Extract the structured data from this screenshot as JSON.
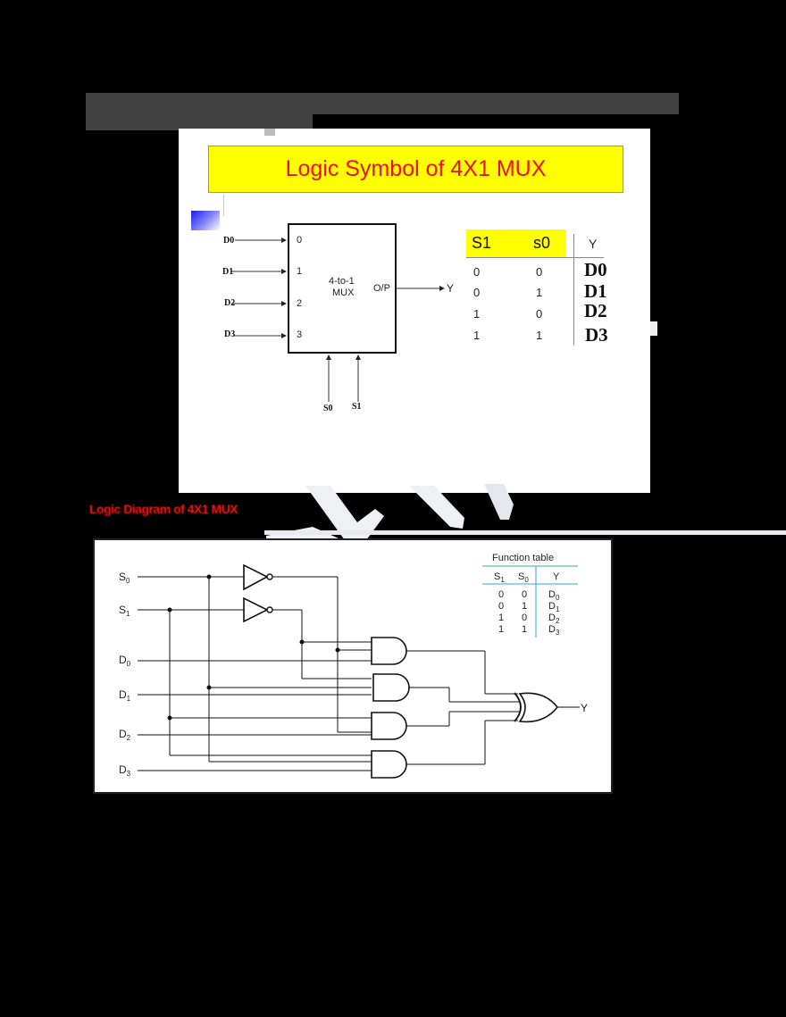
{
  "header": {
    "obscured_text_bar": ""
  },
  "slide": {
    "title": "Logic Symbol of 4X1 MUX",
    "block": {
      "line1": "4-to-1",
      "line2": "MUX",
      "output_label": "O/P",
      "output_signal": "Y",
      "input_labels": [
        "D0",
        "D1",
        "D2",
        "D3"
      ],
      "input_pins": [
        "0",
        "1",
        "2",
        "3"
      ],
      "select_labels": [
        "S0",
        "S1"
      ]
    },
    "truth_table": {
      "headers": [
        "S1",
        "s0",
        "Y"
      ],
      "rows": [
        {
          "s1": "0",
          "s0": "0",
          "y": "D0"
        },
        {
          "s1": "0",
          "s0": "1",
          "y": "D1"
        },
        {
          "s1": "1",
          "s0": "0",
          "y": "D2"
        },
        {
          "s1": "1",
          "s0": "1",
          "y": "D3"
        }
      ]
    }
  },
  "section_heading": "Logic Diagram of 4X1 MUX",
  "diagram": {
    "inputs": [
      {
        "base": "S",
        "sub": "0"
      },
      {
        "base": "S",
        "sub": "1"
      },
      {
        "base": "D",
        "sub": "0"
      },
      {
        "base": "D",
        "sub": "1"
      },
      {
        "base": "D",
        "sub": "2"
      },
      {
        "base": "D",
        "sub": "3"
      }
    ],
    "output": "Y",
    "function_table": {
      "title": "Function table",
      "headers": [
        {
          "base": "S",
          "sub": "1"
        },
        {
          "base": "S",
          "sub": "0"
        },
        {
          "base": "Y",
          "sub": ""
        }
      ],
      "rows": [
        {
          "s1": "0",
          "s0": "0",
          "y_base": "D",
          "y_sub": "0"
        },
        {
          "s1": "0",
          "s0": "1",
          "y_base": "D",
          "y_sub": "1"
        },
        {
          "s1": "1",
          "s0": "0",
          "y_base": "D",
          "y_sub": "2"
        },
        {
          "s1": "1",
          "s0": "1",
          "y_base": "D",
          "y_sub": "3"
        }
      ]
    }
  },
  "colors": {
    "title_bg": "#ffff00",
    "title_text": "#ee1111",
    "heading_red": "#ff1111",
    "table_rule": "#3aa6c8",
    "page_bg": "#000000"
  }
}
